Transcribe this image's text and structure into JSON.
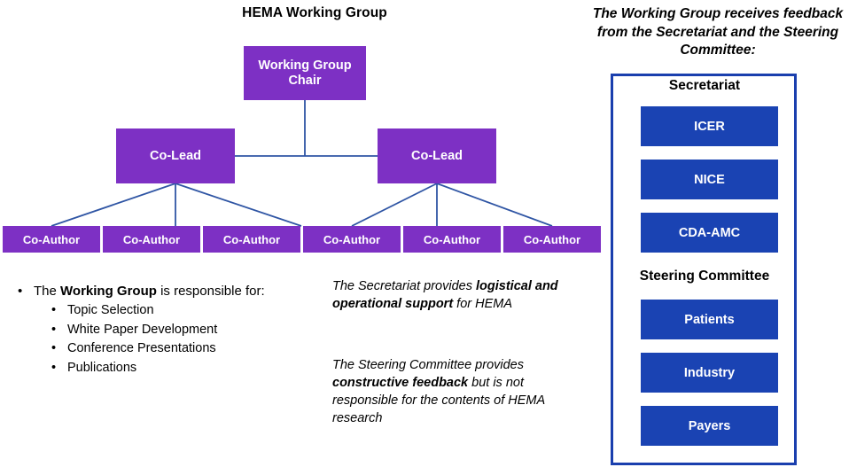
{
  "titles": {
    "left": "HEMA Working Group",
    "right": "The Working Group receives feedback from the Secretariat and the Steering Committee:"
  },
  "org_chart": {
    "chair": {
      "label": "Working Group Chair"
    },
    "co_leads": [
      {
        "label": "Co-Lead"
      },
      {
        "label": "Co-Lead"
      }
    ],
    "co_authors": [
      {
        "label": "Co-Author"
      },
      {
        "label": "Co-Author"
      },
      {
        "label": "Co-Author"
      },
      {
        "label": "Co-Author"
      },
      {
        "label": "Co-Author"
      },
      {
        "label": "Co-Author"
      }
    ]
  },
  "responsibilities": {
    "intro_prefix": "The ",
    "intro_bold": "Working Group",
    "intro_suffix": " is responsible for:",
    "items": [
      "Topic Selection",
      "White Paper Development",
      "Conference Presentations",
      "Publications"
    ]
  },
  "notes": [
    {
      "id": "secretariat-note",
      "prefix": "The Secretariat provides ",
      "bold": "logistical and operational support",
      "suffix": " for HEMA"
    },
    {
      "id": "steering-note",
      "prefix": "The Steering Committee provides ",
      "bold": "constructive feedback",
      "suffix": " but is not responsible for the contents of HEMA research"
    }
  ],
  "feedback_panel": {
    "groups": [
      {
        "label": "Secretariat",
        "members": [
          "ICER",
          "NICE",
          "CDA-AMC"
        ]
      },
      {
        "label": "Steering Committee",
        "members": [
          "Patients",
          "Industry",
          "Payers"
        ]
      }
    ]
  },
  "colors": {
    "purple": "#7d30c4",
    "blue": "#1a43b3",
    "panel_border": "#1a3fae",
    "connector": "#2f55a4",
    "text": "#000000"
  }
}
